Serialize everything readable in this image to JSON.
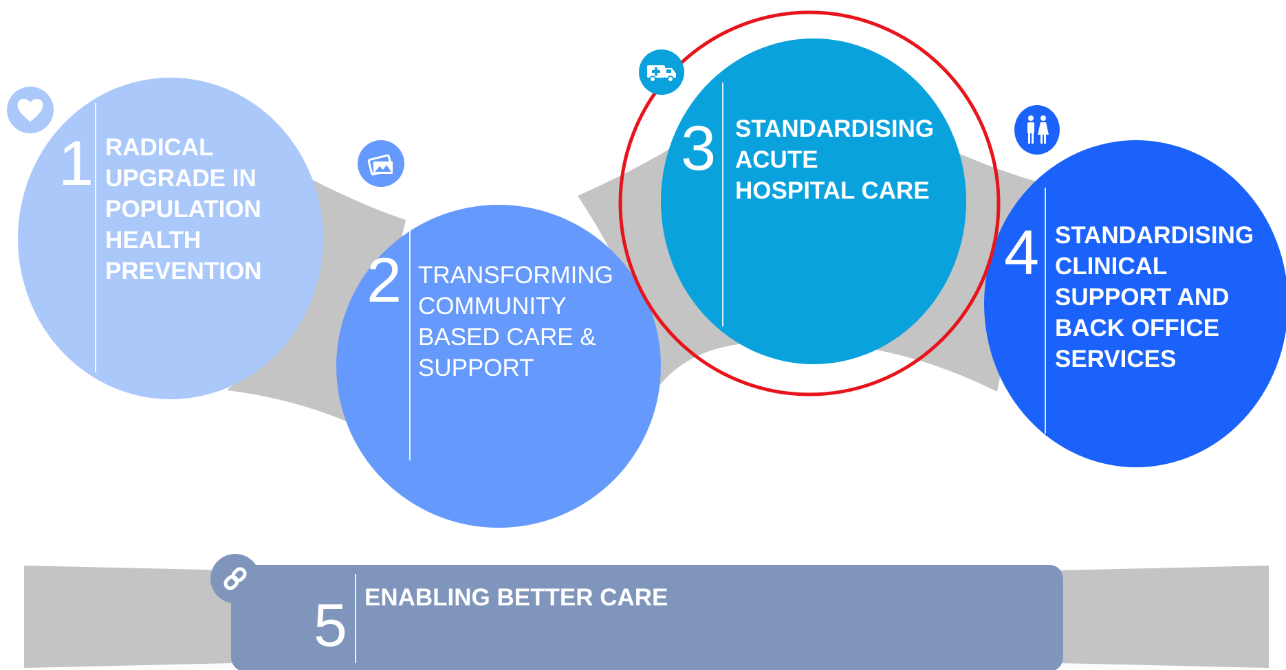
{
  "colors": {
    "connector": "#c4c4c4",
    "circle1": "#abc8fb",
    "circle2": "#6599fb",
    "circle3": "#0aa2dd",
    "circle4": "#1a62f9",
    "bar5": "#7f95bc",
    "highlight_ring": "#e8141c",
    "text": "#ffffff"
  },
  "stages": [
    {
      "number": "1",
      "lines": [
        "RADICAL",
        "UPGRADE IN",
        "POPULATION",
        "HEALTH",
        "PREVENTION"
      ],
      "icon": "heart-icon"
    },
    {
      "number": "2",
      "lines": [
        "TRANSFORMING",
        "COMMUNITY",
        "BASED CARE &",
        "SUPPORT"
      ],
      "icon": "picture-icon"
    },
    {
      "number": "3",
      "lines": [
        "STANDARDISING",
        "ACUTE",
        "HOSPITAL CARE"
      ],
      "icon": "ambulance-icon",
      "highlighted": true
    },
    {
      "number": "4",
      "lines": [
        "STANDARDISING",
        "CLINICAL",
        "SUPPORT AND",
        "BACK OFFICE",
        "SERVICES"
      ],
      "icon": "people-icon"
    }
  ],
  "enabler": {
    "number": "5",
    "label": "ENABLING BETTER CARE",
    "icon": "link-icon"
  }
}
